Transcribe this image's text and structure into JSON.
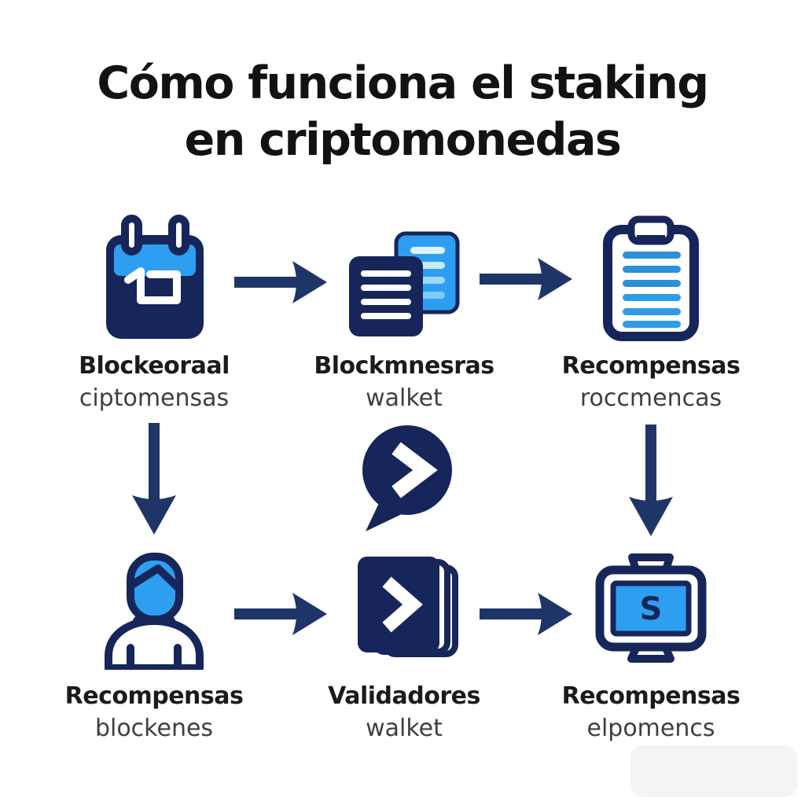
{
  "title": {
    "line1": "Cómo funciona el staking",
    "line2": "en criptomonedas"
  },
  "nodes": {
    "r1c1": {
      "icon": "calendar-icon",
      "label": "Blockeoraal",
      "sublabel": "ciptomensas"
    },
    "r1c2": {
      "icon": "stacked-documents-icon",
      "label": "Blockmnesras",
      "sublabel": "walket"
    },
    "r1c3": {
      "icon": "clipboard-icon",
      "label": "Recompensas",
      "sublabel": "roccmencas"
    },
    "center": {
      "icon": "speech-bubble-chevron-icon"
    },
    "r2c1": {
      "icon": "person-icon",
      "label": "Recompensas",
      "sublabel": "blockenes"
    },
    "r2c2": {
      "icon": "books-chevron-icon",
      "label": "Validadores",
      "sublabel": "walket"
    },
    "r2c3": {
      "icon": "monitor-dollar-icon",
      "label": "Recompensas",
      "sublabel": "elpomencs"
    }
  },
  "monitor_symbol": "S",
  "connectors": [
    "arrow-right-row1-a",
    "arrow-right-row1-b",
    "arrow-down-left",
    "arrow-down-right",
    "arrow-right-row2-a",
    "arrow-right-row2-b"
  ],
  "colors": {
    "navy": "#17265a",
    "arrow": "#1f3568",
    "blue": "#2e9ff0",
    "title": "#121212",
    "label": "#1b1b1b",
    "sub": "#3f3f3f",
    "bg": "#ffffff"
  }
}
